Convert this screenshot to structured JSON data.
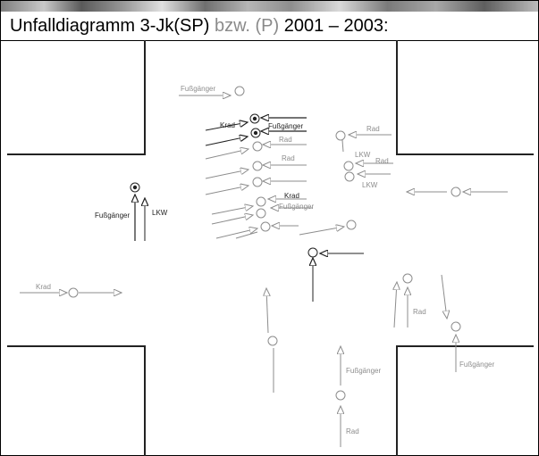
{
  "title": {
    "part1": "Unfalldiagramm 3-Jk(SP)",
    "part2": " bzw. (P)",
    "part3": " 2001 – 2003:"
  },
  "labels": {
    "fussgaenger_topleft": "Fußgänger",
    "krad_1": "Krad",
    "fussgaenger_bold": "Fußgänger",
    "rad_a": "Rad",
    "rad_b": "Rad",
    "rad_c": "Rad",
    "rad_d": "Rad",
    "lkw_a": "LKW",
    "lkw_b": "LKW",
    "fussgaenger_left": "Fußgänger",
    "lkw_left": "LKW",
    "krad_2": "Krad",
    "fussgaenger_mid": "Fußgänger",
    "krad_left": "Krad",
    "rad_right_mid": "Rad",
    "fussgaenger_bottom_right": "Fußgänger",
    "fussgaenger_bottom_mid": "Fußgänger",
    "rad_bottom": "Rad"
  },
  "colors": {
    "dark": "#222222",
    "gray": "#8c8c8c"
  }
}
